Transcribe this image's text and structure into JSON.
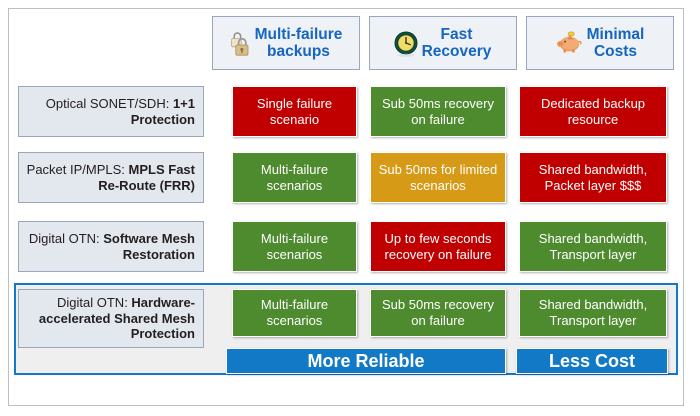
{
  "diagram": {
    "title_row": {
      "columns": [
        {
          "icon": "padlock-icon",
          "label_line1": "Multi-failure",
          "label_line2": "backups"
        },
        {
          "icon": "clock-icon",
          "label_line1": "Fast",
          "label_line2": "Recovery"
        },
        {
          "icon": "piggy-bank-icon",
          "label_line1": "Minimal",
          "label_line2": "Costs"
        }
      ]
    },
    "rows": [
      {
        "label_normal": "Optical SONET/SDH: ",
        "label_bold": "1+1 Protection",
        "cells": [
          {
            "text": "Single failure scenario",
            "status": "red"
          },
          {
            "text": "Sub 50ms recovery on failure",
            "status": "green"
          },
          {
            "text": "Dedicated backup resource",
            "status": "red"
          }
        ]
      },
      {
        "label_normal": "Packet IP/MPLS: ",
        "label_bold": "MPLS Fast Re-Route (FRR)",
        "cells": [
          {
            "text": "Multi-failure scenarios",
            "status": "green"
          },
          {
            "text": "Sub 50ms for limited scenarios",
            "status": "gold"
          },
          {
            "text": "Shared bandwidth, Packet layer $$$",
            "status": "red"
          }
        ]
      },
      {
        "label_normal": "Digital OTN: ",
        "label_bold": "Software Mesh Restoration",
        "cells": [
          {
            "text": "Multi-failure scenarios",
            "status": "green"
          },
          {
            "text": "Up to few seconds recovery on failure",
            "status": "red"
          },
          {
            "text": "Shared bandwidth, Transport layer",
            "status": "green"
          }
        ]
      },
      {
        "label_normal": "Digital OTN: ",
        "label_bold": "Hardware-accelerated Shared Mesh Protection",
        "cells": [
          {
            "text": "Multi-failure scenarios",
            "status": "green"
          },
          {
            "text": "Sub 50ms recovery on failure",
            "status": "green"
          },
          {
            "text": "Shared bandwidth, Transport layer",
            "status": "green"
          }
        ]
      }
    ],
    "banner": {
      "left_label": "More Reliable",
      "right_label": "Less Cost"
    },
    "colors": {
      "red": "#c00000",
      "green": "#4e8b2f",
      "gold": "#d79a16",
      "banner_blue": "#1279c6",
      "header_text_blue": "#1566c0",
      "header_fill": "#eef1f5",
      "rowlabel_fill": "#e3e7ee",
      "highlight_border": "#1279c6"
    }
  }
}
